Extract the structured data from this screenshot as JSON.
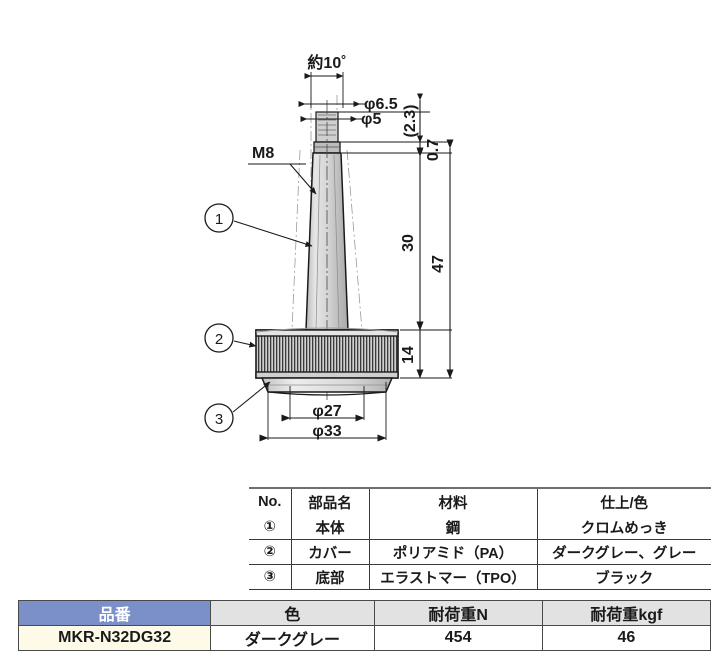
{
  "drawing": {
    "title": "MKR-N32DG32 adjustable leveling foot technical drawing",
    "dimensions": {
      "taper_angle": "約10˚",
      "stem_outer_dia": "φ6.5",
      "stem_inner_dia": "φ5",
      "collar_height": "(2.3)",
      "washer_height": "0.7",
      "stem_length": "30",
      "base_height": "14",
      "total_height": "47",
      "base_inner_dia": "φ27",
      "base_outer_dia": "φ33"
    },
    "labels": {
      "thread": "M8",
      "callout_1": "1",
      "callout_2": "2",
      "callout_3": "3"
    }
  },
  "parts_table": {
    "headers": [
      "No.",
      "部品名",
      "材料",
      "仕上/色"
    ],
    "rows": [
      {
        "no": "①",
        "part": "本体",
        "material": "鋼",
        "finish": "クロムめっき"
      },
      {
        "no": "②",
        "part": "カバー",
        "material": "ポリアミド（PA）",
        "finish": "ダークグレー、グレー"
      },
      {
        "no": "③",
        "part": "底部",
        "material": "エラストマー（TPO）",
        "finish": "ブラック"
      }
    ]
  },
  "spec_table": {
    "headers": [
      "品番",
      "色",
      "耐荷重N",
      "耐荷重kgf"
    ],
    "rows": [
      {
        "model": "MKR-N32DG32",
        "color": "ダークグレー",
        "load_n": "454",
        "load_kgf": "46"
      }
    ]
  },
  "colors": {
    "header_blue": "#7b90c8",
    "header_gray": "#e2e2e2",
    "model_cell_cream": "#fdfbe8",
    "line": "#1a1a1a",
    "metal_fill": "#d9d9d9",
    "cover_fill": "#c9c9c9"
  }
}
